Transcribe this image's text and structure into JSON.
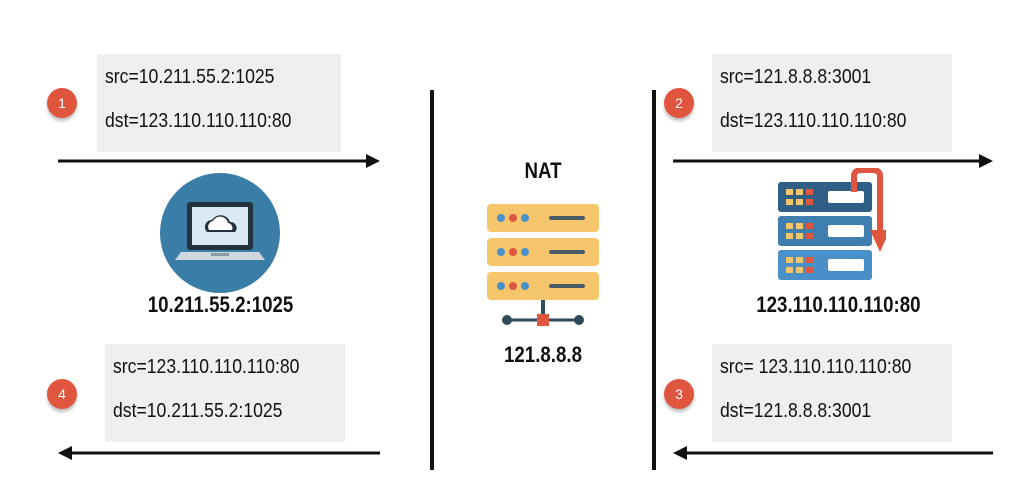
{
  "packets": [
    {
      "step": "1",
      "src": "src=10.211.55.2:1025",
      "dst": "dst=123.110.110.110:80"
    },
    {
      "step": "2",
      "src": "src=121.8.8.8:3001",
      "dst": "dst=123.110.110.110:80"
    },
    {
      "step": "3",
      "src": "src= 123.110.110.110:80",
      "dst": "dst=121.8.8.8:3001"
    },
    {
      "step": "4",
      "src": "src=123.110.110.110:80",
      "dst": "dst=10.211.55.2:1025"
    }
  ],
  "client": {
    "label": "10.211.55.2:1025",
    "icon": "laptop-cloud-icon"
  },
  "nat": {
    "title": "NAT",
    "label": "121.8.8.8",
    "icon": "server-rack-icon"
  },
  "server": {
    "label": "123.110.110.110:80",
    "icon": "server-stack-icon"
  },
  "colors": {
    "badge": "#e0553d",
    "box": "#efefef",
    "laptop_circle": "#3a7ea8",
    "rack": "#f5c66b",
    "server_blue": "#4a90c8"
  }
}
